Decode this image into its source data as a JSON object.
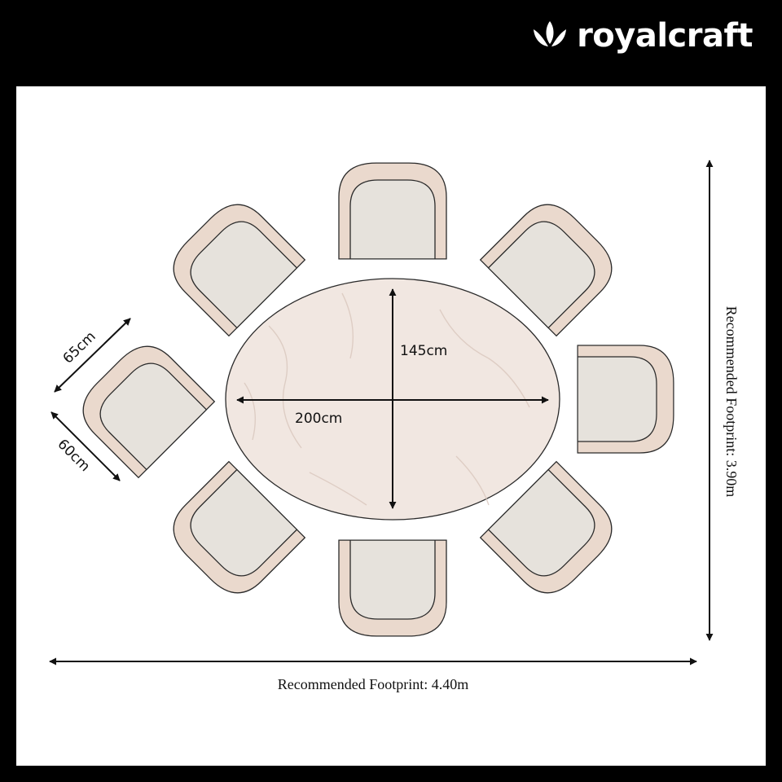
{
  "brand": {
    "name": "royalcraft",
    "logo_icon": "crown-leaf-icon"
  },
  "colors": {
    "background": "#000000",
    "panel": "#ffffff",
    "chair_frame": "#ead9cd",
    "chair_seat": "#e6e2dc",
    "table_top": "#f1e7e1",
    "lines": "#111111"
  },
  "dimensions": {
    "table_width": "200cm",
    "table_depth": "145cm",
    "chair_width": "65cm",
    "chair_depth": "60cm",
    "footprint_width": "Recommended Footprint: 4.40m",
    "footprint_depth": "Recommended Footprint: 3.90m"
  }
}
